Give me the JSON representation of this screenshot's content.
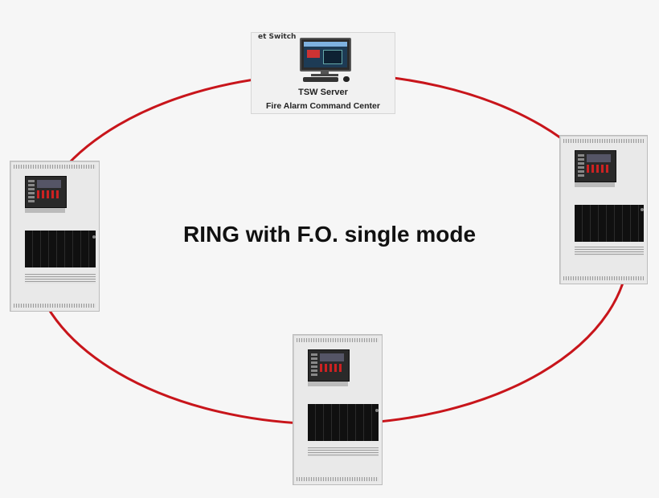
{
  "diagram": {
    "title": "RING with F.O. single mode",
    "server": {
      "top_caption": "et Switch",
      "label_line1": "TSW Server",
      "label_line2": "Fire Alarm Command Center"
    },
    "nodes": [
      {
        "id": "left-panel"
      },
      {
        "id": "right-panel"
      },
      {
        "id": "bottom-panel"
      }
    ],
    "colors": {
      "ring": "#c8151b",
      "background": "#f6f6f6"
    }
  }
}
